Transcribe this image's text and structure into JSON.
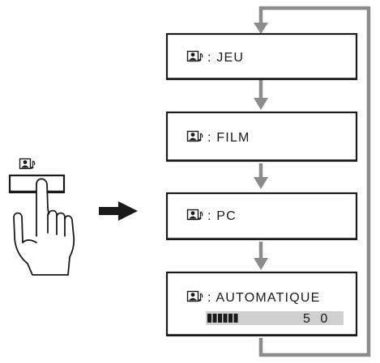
{
  "modes": [
    {
      "label": ": JEU"
    },
    {
      "label": ": FILM"
    },
    {
      "label": ": PC"
    },
    {
      "label": ": AUTOMATIQUE"
    }
  ],
  "auto_level": {
    "value": "5 0",
    "fill_fraction": 0.25
  },
  "icons": {
    "mode_icon": "picture-mode-icon",
    "button_icon": "picture-mode-icon",
    "hand": "pointing-hand-icon",
    "arrow": "right-arrow-icon"
  },
  "colors": {
    "flow_arrow": "#8c8c8c",
    "box_border": "#1a1a1a",
    "level_bar_background": "#cfcfcf",
    "level_bar_fill": "#1a1a1a"
  }
}
